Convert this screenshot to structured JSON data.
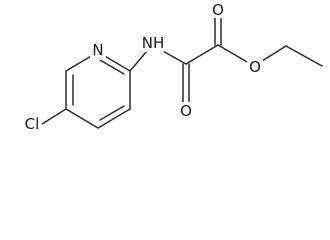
{
  "molecule": {
    "atoms": {
      "chlorine": "Cl",
      "ring_nitrogen": "N",
      "amide_nh": "NH",
      "ester_oxygen": "O",
      "top_carbonyl_oxygen": "O",
      "bottom_carbonyl_oxygen": "O"
    }
  }
}
